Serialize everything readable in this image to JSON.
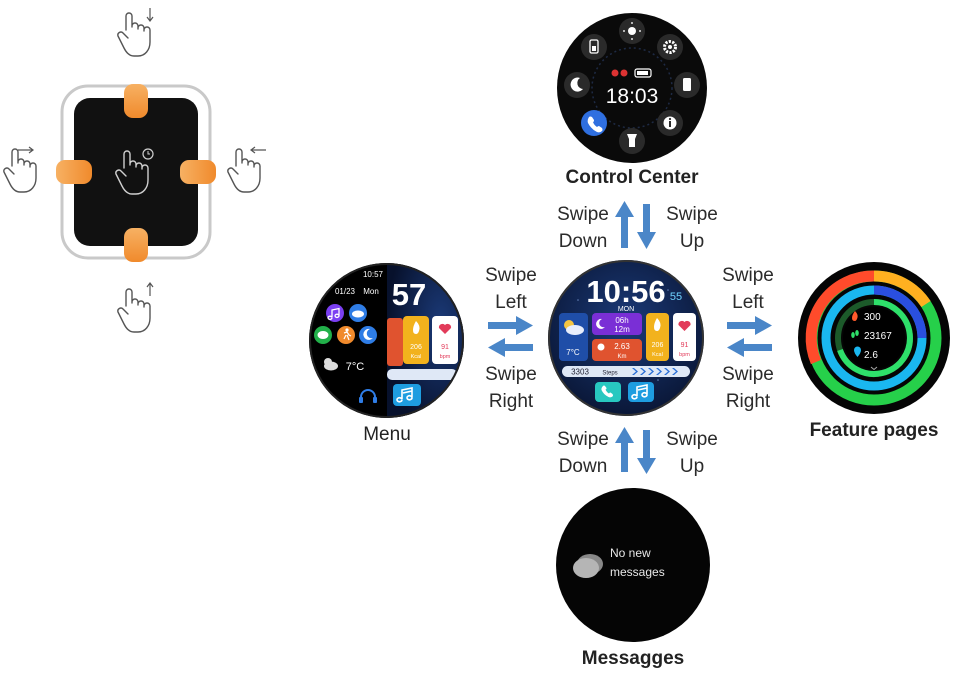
{
  "captions": {
    "control_center": "Control Center",
    "menu": "Menu",
    "feature_pages": "Feature pages",
    "messages": "Messagges"
  },
  "gestures": {
    "top_left": "Swipe\nDown",
    "top_right": "Swipe\nUp",
    "left_top": "Swipe\nLeft",
    "left_bottom": "Swipe\nRight",
    "right_top": "Swipe\nLeft",
    "right_bottom": "Swipe\nRight",
    "bottom_left": "Swipe\nDown",
    "bottom_right": "Swipe\nUp"
  },
  "control_center_screen": {
    "time": "18:03",
    "icons": [
      "battery-icon",
      "brightness-icon",
      "gear-icon",
      "phone-device-icon",
      "info-icon",
      "flashlight-icon",
      "call-icon",
      "moon-icon"
    ]
  },
  "main_face": {
    "time": "10:56",
    "seconds": "55",
    "day": "MON",
    "sleep_hours": "06h",
    "sleep_minutes": "12m",
    "temperature": "7°C",
    "distance_value": "2.63",
    "distance_unit": "Km",
    "calories_value": "206",
    "calories_unit": "Kcal",
    "heart_rate_value": "91",
    "heart_rate_unit": "bpm",
    "steps_value": "3303",
    "steps_unit": "Steps"
  },
  "menu_face": {
    "time": "10:57",
    "date": "01/23",
    "day": "Mon",
    "big_time": "57",
    "temperature": "7°C",
    "calories_value": "206",
    "calories_unit": "Kcal",
    "heart_rate_value": "91",
    "heart_rate_unit": "bpm"
  },
  "feature_face": {
    "calories": "300",
    "steps": "23167",
    "distance": "2.6"
  },
  "messages_screen": {
    "text_line1": "No new",
    "text_line2": "messages"
  },
  "colors": {
    "arrow": "#4a86c8",
    "orange_pad": "#f39a3d",
    "watch_black": "#111111"
  }
}
